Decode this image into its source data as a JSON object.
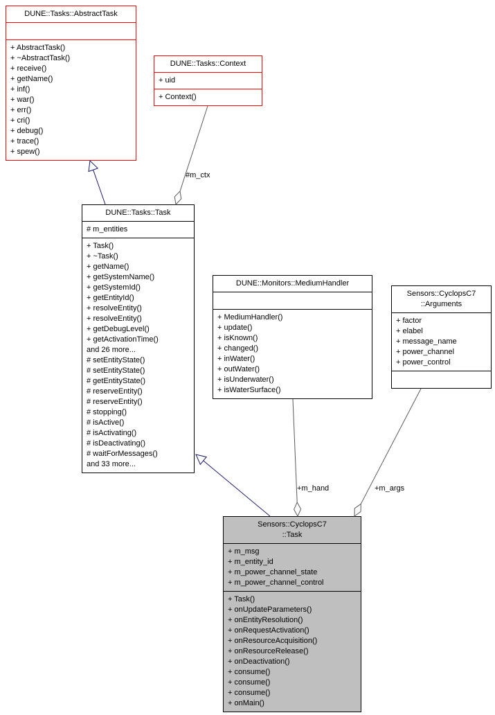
{
  "diagram": {
    "classes": {
      "abstract_task": {
        "title": "DUNE::Tasks::AbstractTask",
        "attributes": [],
        "methods": [
          "+ AbstractTask()",
          "+ ~AbstractTask()",
          "+ receive()",
          "+ getName()",
          "+ inf()",
          "+ war()",
          "+ err()",
          "+ cri()",
          "+ debug()",
          "+ trace()",
          "+ spew()"
        ]
      },
      "context": {
        "title": "DUNE::Tasks::Context",
        "attributes": [
          "+ uid"
        ],
        "methods": [
          "+ Context()"
        ]
      },
      "task": {
        "title": "DUNE::Tasks::Task",
        "attributes": [
          "# m_entities"
        ],
        "methods": [
          "+ Task()",
          "+ ~Task()",
          "+ getName()",
          "+ getSystemName()",
          "+ getSystemId()",
          "+ getEntityId()",
          "+ resolveEntity()",
          "+ resolveEntity()",
          "+ getDebugLevel()",
          "+ getActivationTime()",
          "and 26 more...",
          "# setEntityState()",
          "# setEntityState()",
          "# getEntityState()",
          "# reserveEntity()",
          "# reserveEntity()",
          "# stopping()",
          "# isActive()",
          "# isActivating()",
          "# isDeactivating()",
          "# waitForMessages()",
          "and 33 more..."
        ]
      },
      "medium_handler": {
        "title": "DUNE::Monitors::MediumHandler",
        "attributes": [],
        "methods": [
          "+ MediumHandler()",
          "+ update()",
          "+ isKnown()",
          "+ changed()",
          "+ inWater()",
          "+ outWater()",
          "+ isUnderwater()",
          "+ isWaterSurface()"
        ]
      },
      "arguments": {
        "title": "Sensors::CyclopsC7\n::Arguments",
        "attributes": [
          "+ factor",
          "+ elabel",
          "+ message_name",
          "+ power_channel",
          "+ power_control"
        ],
        "methods": []
      },
      "cyclops_task": {
        "title": "Sensors::CyclopsC7\n::Task",
        "attributes": [
          "+ m_msg",
          "+ m_entity_id",
          "+ m_power_channel_state",
          "+ m_power_channel_control"
        ],
        "methods": [
          "+ Task()",
          "+ onUpdateParameters()",
          "+ onEntityResolution()",
          "+ onRequestActivation()",
          "+ onResourceAcquisition()",
          "+ onResourceRelease()",
          "+ onDeactivation()",
          "+ consume()",
          "+ consume()",
          "+ consume()",
          "+ onMain()"
        ]
      }
    },
    "edges": {
      "m_ctx_label": "#m_ctx",
      "m_hand_label": "+m_hand",
      "m_args_label": "+m_args"
    },
    "colors": {
      "highlight_border": "#ff0000",
      "node_border": "#000000",
      "current_node_fill": "#bfbfbf",
      "inheritance_edge": "#191970",
      "aggregation_edge": "#5a5a5a"
    }
  }
}
